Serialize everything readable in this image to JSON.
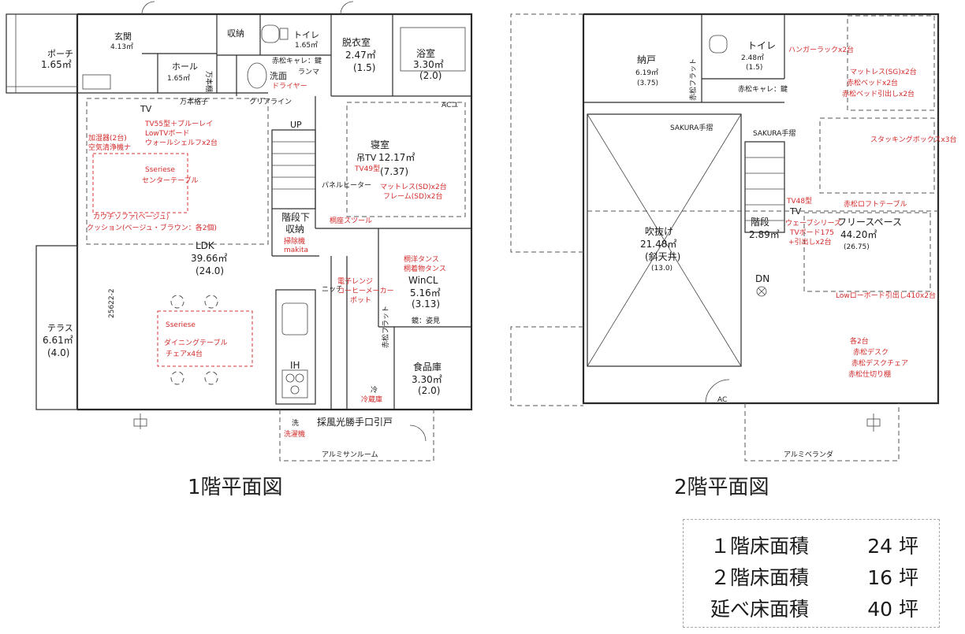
{
  "titles": {
    "floor1": "1階平面図",
    "floor2": "2階平面図"
  },
  "floor1": {
    "porch": {
      "name": "ポーチ",
      "area": "1.65㎡"
    },
    "entrance": {
      "name": "玄関",
      "area": "4.13㎡"
    },
    "hall": {
      "name": "ホール",
      "area": "1.65㎡"
    },
    "storage": "収納",
    "toilet": {
      "name": "トイレ",
      "area": "1.65㎡"
    },
    "dressing": {
      "name": "脱衣室",
      "area": "2.47㎡",
      "jo": "(1.5)"
    },
    "bath": {
      "name": "浴室",
      "area": "3.30㎡",
      "jo": "(2.0)"
    },
    "washroom": {
      "name": "洗面",
      "item": "ドライヤー"
    },
    "shelf_label": "万本棚",
    "akamatsu_key": "赤松キャレ：鍵",
    "lamp": "ランマ",
    "lattice": "万本格子",
    "clear_panel": "クリアライン",
    "bedroom": {
      "name": "寝室",
      "area": "12.17㎡",
      "jo": "(7.37)",
      "tv": "吊TV",
      "tv_model": "TV49型",
      "ac": "ACユ"
    },
    "mattress": "マットレス(SD)x2台",
    "frame": "フレーム(SD)x2台",
    "up": "UP",
    "panel_heater": "パネルヒーター",
    "tv": "TV",
    "ldk_tv_items": [
      "TV55型＋ブルーレイ",
      "LowTVボード",
      "ウォールシェルフx2台"
    ],
    "humidifier": [
      "加湿器(2台)",
      "空気清浄機ナ"
    ],
    "series_center": [
      "Sseriese",
      "センターテーブル"
    ],
    "sofa": [
      "カウチソファ(ベージュ)",
      "クッション(ベージュ・ブラウン：各2個)"
    ],
    "ldk": {
      "name": "LDK",
      "area": "39.66㎡",
      "jo": "(24.0)"
    },
    "under_stairs": {
      "name": "階段下",
      "name2": "収納",
      "item": "掃除機",
      "item2": "makita"
    },
    "stool": "桐座スツール",
    "tansu": [
      "桐洋タンス",
      "桐着物タンス"
    ],
    "wincl": {
      "name": "WinCL",
      "area": "5.16㎡",
      "jo": "(3.13)",
      "mirror": "鏡：姿見"
    },
    "niche": "ニッチ",
    "appliances": [
      "電子レンジ",
      "コーヒーメーカー",
      "ポット"
    ],
    "terrace": {
      "name": "テラス",
      "area": "6.61㎡",
      "jo": "(4.0)"
    },
    "dim": "25622-2",
    "dining": [
      "Sseriese",
      "ダイニングテーブル",
      "チェアx4台"
    ],
    "ih": "IH",
    "pantry": {
      "name": "食品庫",
      "area": "3.30㎡",
      "jo": "(2.0)"
    },
    "fridge": [
      "冷",
      "冷蔵庫"
    ],
    "washer": [
      "洗",
      "洗濯機"
    ],
    "door": "採風光勝手口引戸",
    "sunroom": "アルミサンルーム",
    "flat": "赤松フラット"
  },
  "floor2": {
    "closet": {
      "name": "納戸",
      "area": "6.19㎡",
      "jo": "(3.75)"
    },
    "toilet": {
      "name": "トイレ",
      "area": "2.48㎡",
      "jo": "(1.5)"
    },
    "akamatsu_key": "赤松キャレ：鍵",
    "hanger": "ハンガーラックx2台",
    "beds": [
      "マットレス(SG)x2台",
      "赤松ベッドx2台",
      "赤松ベッド引出しx2台"
    ],
    "sakura_rail": "SAKURA手摺",
    "flat": "赤松フラット",
    "stacking": "スタッキングボックスx3台",
    "void": {
      "name": "吹抜け",
      "area": "21.48㎡",
      "sub": "(斜天井)",
      "jo": "(13.0)"
    },
    "stairs": {
      "name": "階段",
      "area": "2.89㎡"
    },
    "tv_model": "TV48型",
    "tv": "TV",
    "tv_items": [
      "ウェーブシリーズ",
      "TVボード175",
      "+引出しx2台"
    ],
    "akamatsu_table": "赤松ロフトテーブル",
    "free": {
      "name": "フリースペース",
      "area": "44.20㎡",
      "jo": "(26.75)"
    },
    "low_board": "Lowローボード引出し410x2台",
    "dn": "DN",
    "desk": [
      "各2台",
      "赤松デスク",
      "赤松デスクチェア",
      "赤松仕切り棚"
    ],
    "ac": "AC",
    "balcony": "アルミベランダ"
  },
  "area_table": [
    {
      "label": "１階床面積",
      "value": "24 坪"
    },
    {
      "label": "２階床面積",
      "value": "16 坪"
    },
    {
      "label": "延べ床面積",
      "value": "40 坪"
    }
  ]
}
